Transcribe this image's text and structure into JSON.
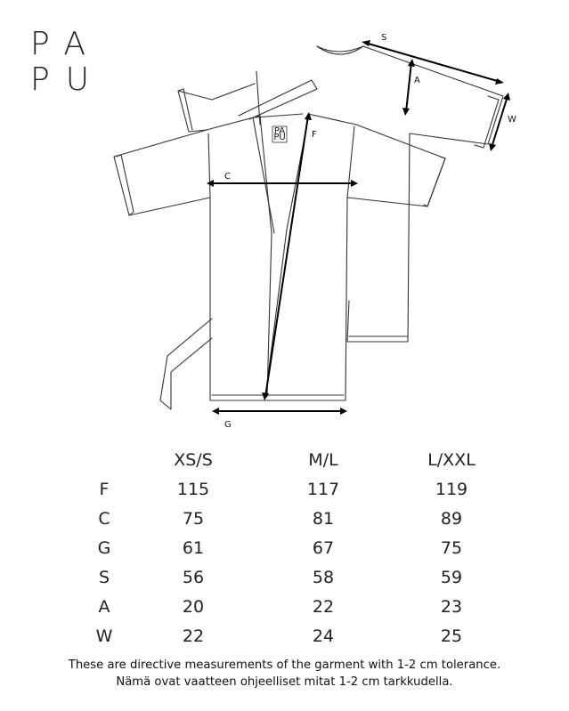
{
  "brand": {
    "line1": "PA",
    "line2": "PU",
    "tag_line1": "PA",
    "tag_line2": "PU"
  },
  "dimension_labels": {
    "S": "S",
    "A": "A",
    "W": "W",
    "F": "F",
    "C": "C",
    "G": "G"
  },
  "size_table": {
    "headers": [
      "",
      "XS/S",
      "M/L",
      "L/XXL"
    ],
    "rows": [
      {
        "label": "F",
        "values": [
          "115",
          "117",
          "119"
        ]
      },
      {
        "label": "C",
        "values": [
          "75",
          "81",
          "89"
        ]
      },
      {
        "label": "G",
        "values": [
          "61",
          "67",
          "75"
        ]
      },
      {
        "label": "S",
        "values": [
          "56",
          "58",
          "59"
        ]
      },
      {
        "label": "A",
        "values": [
          "20",
          "22",
          "23"
        ]
      },
      {
        "label": "W",
        "values": [
          "22",
          "24",
          "25"
        ]
      }
    ]
  },
  "notes": {
    "english": "These are directive measurements of the garment with 1-2 cm tolerance.",
    "finnish": "Nämä ovat vaatteen ohjeelliset mitat 1-2 cm tarkkudella."
  }
}
